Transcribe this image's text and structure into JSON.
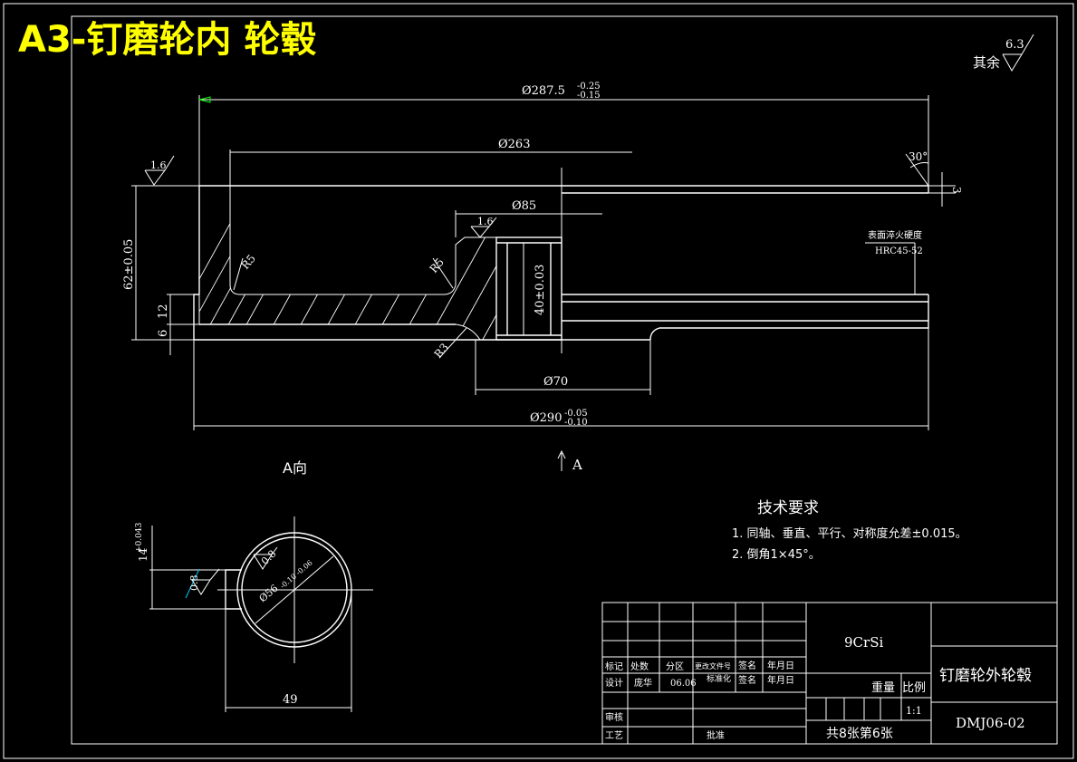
{
  "title": "A3-钉磨轮内 轮毂",
  "surface_finish_rest": {
    "label": "其余",
    "value": "6.3"
  },
  "dimensions": {
    "d287": "Ø287.5",
    "d287_tol_upper": "-0.25",
    "d287_tol_lower": "-0.15",
    "d263": "Ø263",
    "d85": "Ø85",
    "d70": "Ø70",
    "d290": "Ø290",
    "d290_tol_upper": "-0.05",
    "d290_tol_lower": "-0.10",
    "h62": "62±0.05",
    "h40": "40±0.03",
    "h12": "12",
    "h6": "6",
    "r5a": "R5",
    "r5b": "R5",
    "r3": "R3",
    "angle30": "30°",
    "w3": "3",
    "rough1": "1.6",
    "rough2": "1.6",
    "hardness_label": "表面淬火硬度",
    "hardness_value": "HRC45-52"
  },
  "view_a": {
    "arrow_label": "A",
    "view_label": "A向",
    "d14": "14",
    "d14_tol": "+0.043",
    "d56": "Ø56",
    "d56_tol": "-0.10 -0.06",
    "r08a": "0.8",
    "r08b": "0.8",
    "w49": "49"
  },
  "tech_requirements": {
    "heading": "技术要求",
    "items": [
      "1. 同轴、垂直、平行、对称度允差±0.015。",
      "2. 倒角1×45°。"
    ]
  },
  "title_block": {
    "material": "9CrSi",
    "part_name": "钉磨轮外轮毂",
    "drawing_no": "DMJ06-02",
    "weight_label": "重量",
    "scale_label": "比例",
    "scale_value": "1:1",
    "sheets": "共8张第6张",
    "mark_label": "标记",
    "qty_label": "处数",
    "zone_label": "分区",
    "docno_label": "更改文件号",
    "sign_label": "签名",
    "date_label": "年月日",
    "design_label": "设计",
    "designer": "庞华",
    "design_date": "06.06",
    "std_label": "标准化",
    "sign_label2": "签名",
    "date_label2": "年月日",
    "review_label": "审核",
    "process_label": "工艺",
    "approve_label": "批准"
  }
}
